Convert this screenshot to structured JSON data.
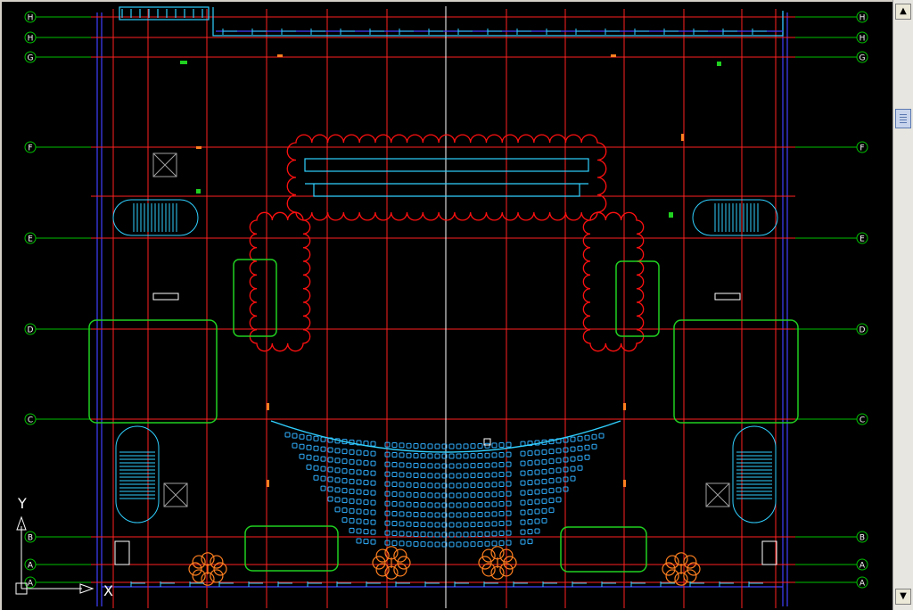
{
  "window": {
    "scroll_up_glyph": "▲",
    "scroll_down_glyph": "▼"
  },
  "ucs": {
    "y_label": "Y",
    "x_label": "X"
  },
  "grid": {
    "left_labels": [
      "H",
      "H",
      "G",
      "F",
      "E",
      "D",
      "C",
      "B",
      "A",
      "A"
    ],
    "right_labels": [
      "H",
      "H",
      "G",
      "F",
      "E",
      "D",
      "C",
      "B",
      "A",
      "A"
    ]
  },
  "colors": {
    "grid_axis": "#ff2020",
    "bubble_leader": "#00c000",
    "wall": "#4040ff",
    "seating": "#30b0ff",
    "cloud_revision": "#ff1010",
    "room_outline": "#20d020",
    "tree": "#ff8020",
    "cursor_line": "#ffffff"
  }
}
